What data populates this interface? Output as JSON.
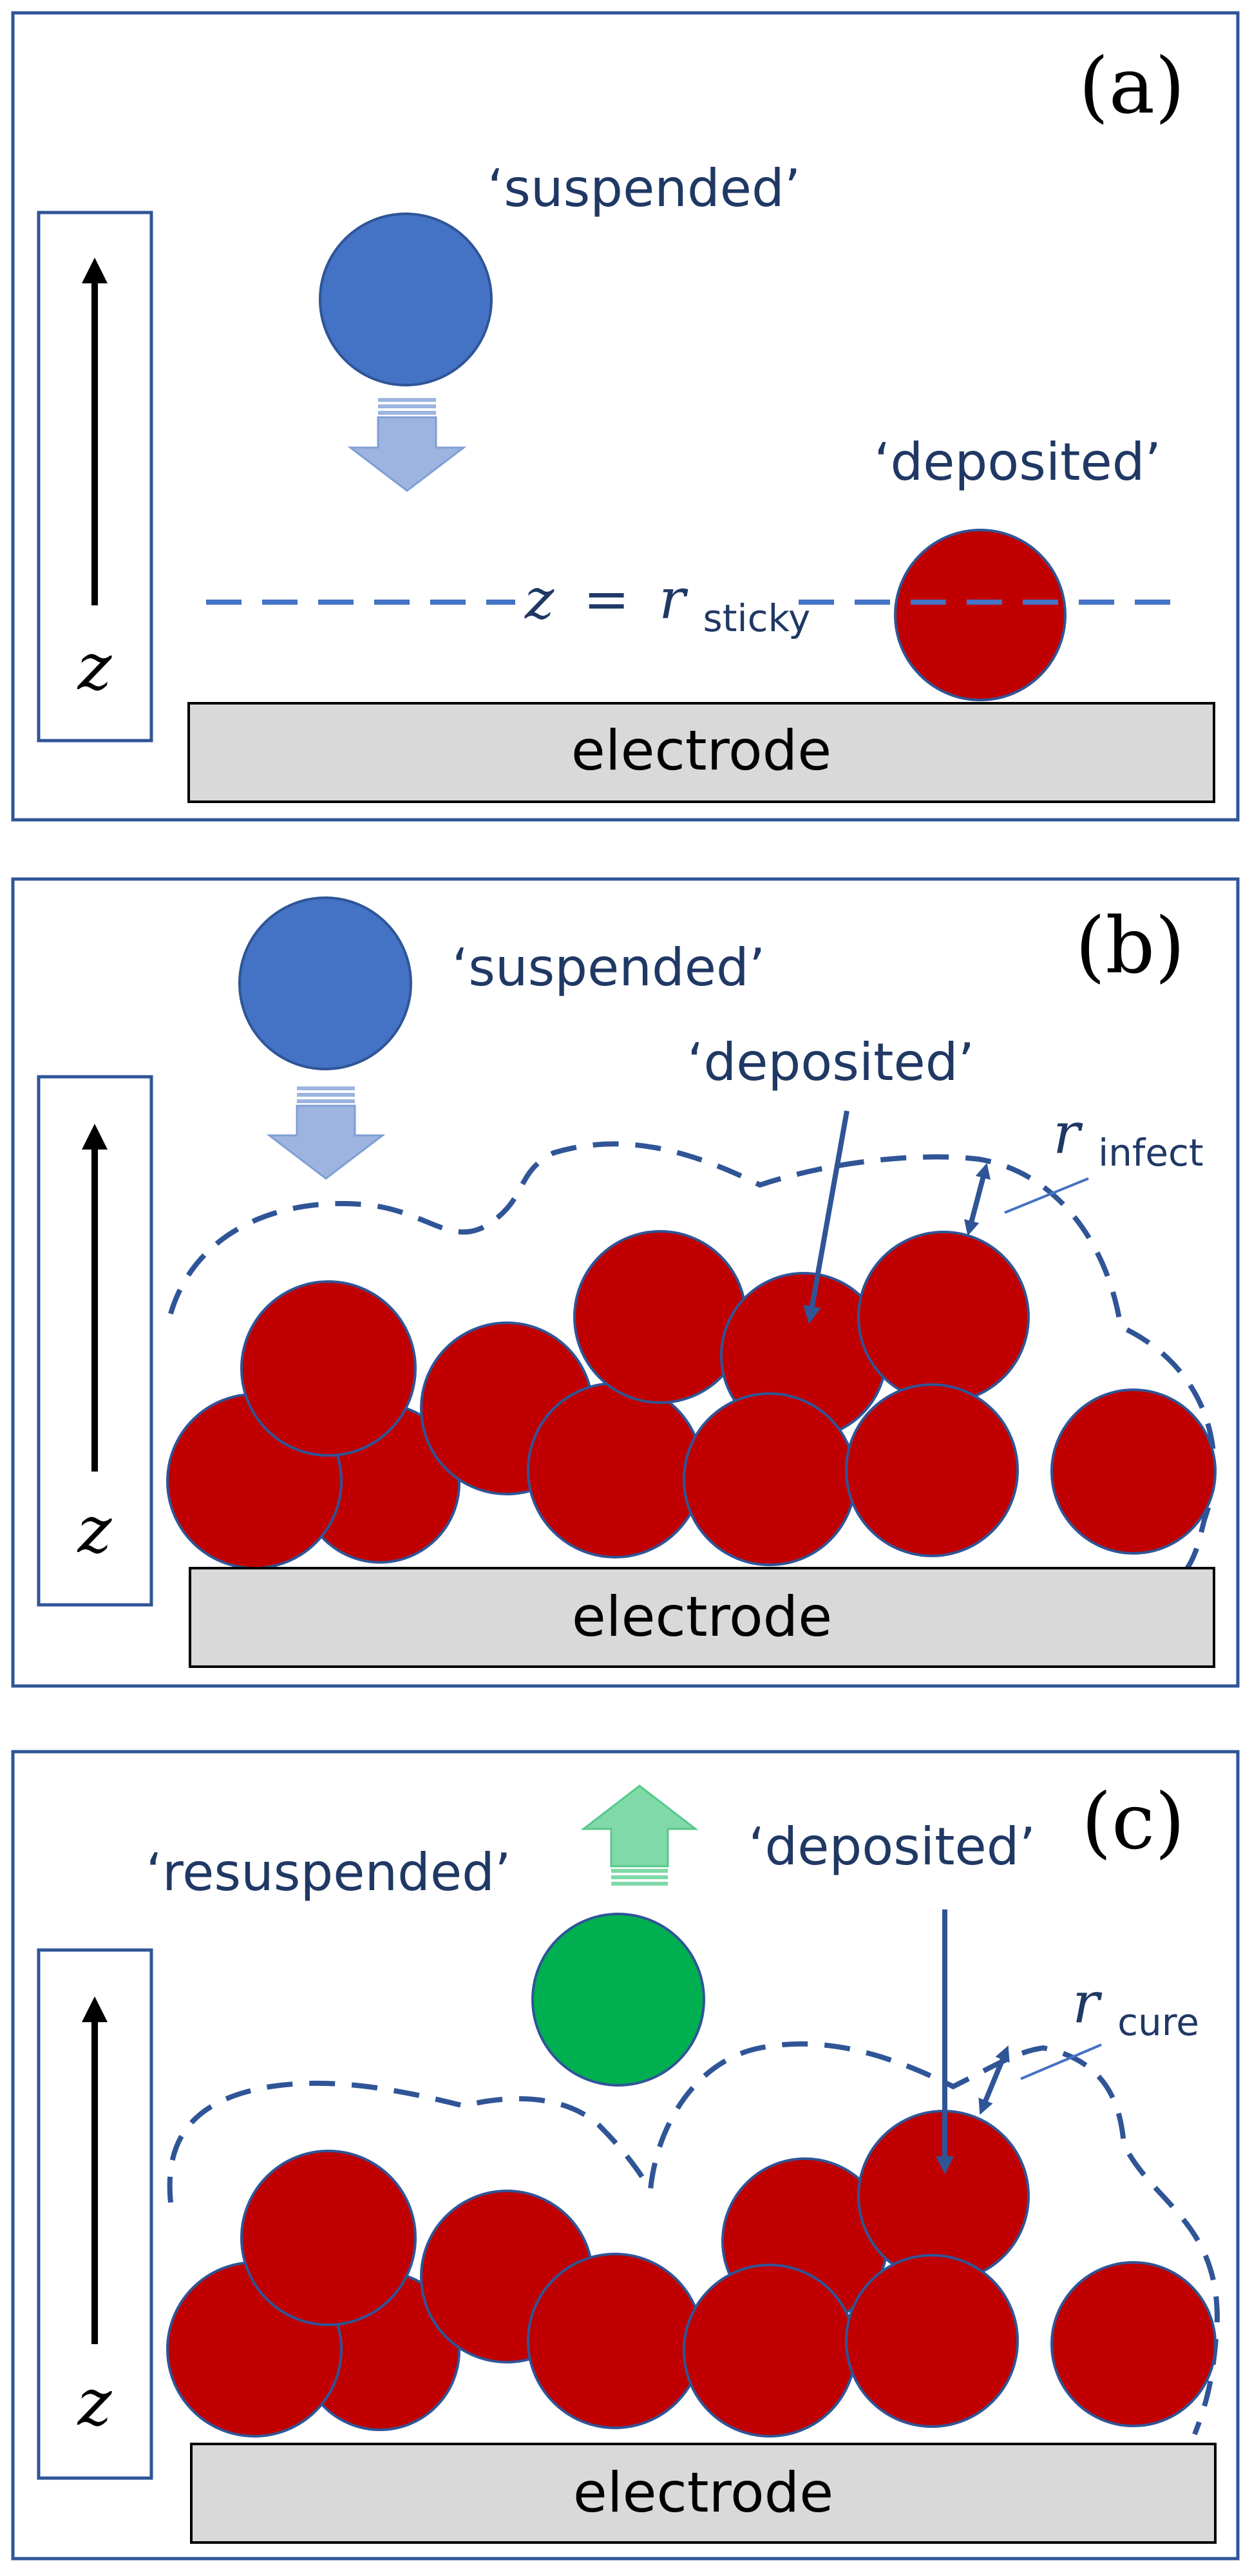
{
  "colors": {
    "frame": "#2f5597",
    "text": "#203864",
    "suspended": "#4472c4",
    "deposited": "#c00000",
    "resuspended": "#00b050",
    "electrode_fill": "#d9d9d9",
    "arrow_down": "#9db4e0",
    "arrow_up": "#80d9a8"
  },
  "panels": [
    {
      "letter": "(a)",
      "suspended_label": "‘suspended’",
      "deposited_label": "‘deposited’",
      "z_axis_label": "z",
      "electrode_label": "electrode",
      "threshold": {
        "var": "z",
        "eq": "=",
        "symbol": "r",
        "subscript": "sticky"
      }
    },
    {
      "letter": "(b)",
      "suspended_label": "‘suspended’",
      "deposited_label": "‘deposited’",
      "z_axis_label": "z",
      "electrode_label": "electrode",
      "radius": {
        "symbol": "r",
        "subscript": "infect"
      }
    },
    {
      "letter": "(c)",
      "resuspended_label": "‘resuspended’",
      "deposited_label": "‘deposited’",
      "z_axis_label": "z",
      "electrode_label": "electrode",
      "radius": {
        "symbol": "r",
        "subscript": "cure"
      }
    }
  ]
}
